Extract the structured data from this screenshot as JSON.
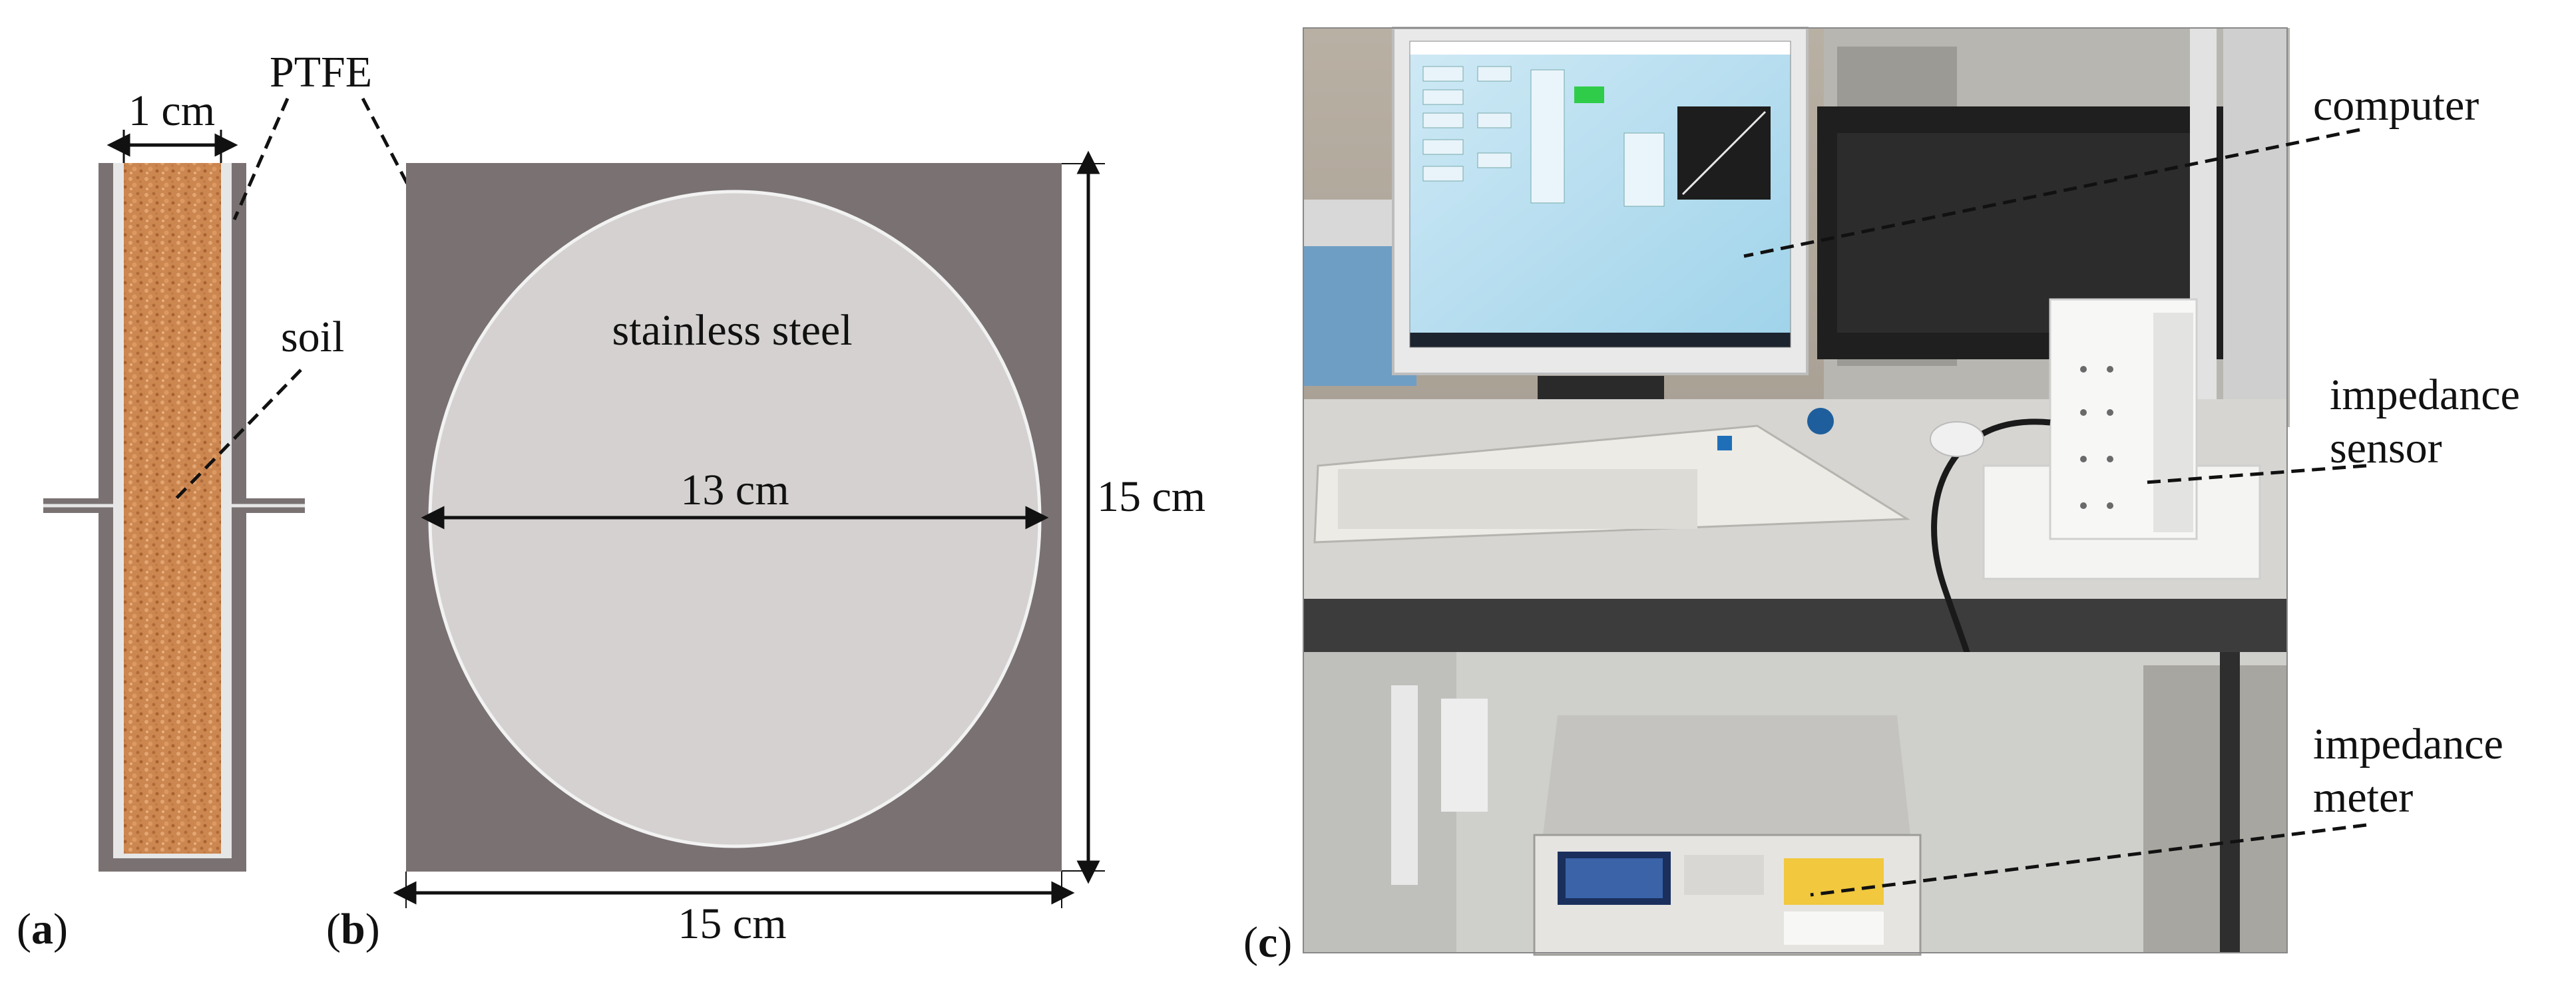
{
  "panel_a": {
    "letter": "a",
    "width_label": "1 cm",
    "ptfe_label": "PTFE",
    "soil_label": "soil"
  },
  "panel_b": {
    "letter": "b",
    "disc_label": "stainless steel",
    "diameter_label": "13 cm",
    "height_label": "15 cm",
    "width_label": "15 cm"
  },
  "panel_c": {
    "letter": "c",
    "computer_label": "computer",
    "impedance_sensor_label_1": "impedance",
    "impedance_sensor_label_2": "sensor",
    "impedance_meter_label_1": "impedance",
    "impedance_meter_label_2": "meter"
  },
  "colors": {
    "frame_gray": "#7a7272",
    "disc_fill": "#d4d1d0",
    "soil": "#cf8a55",
    "ptfe_white": "#e6e6e6"
  }
}
